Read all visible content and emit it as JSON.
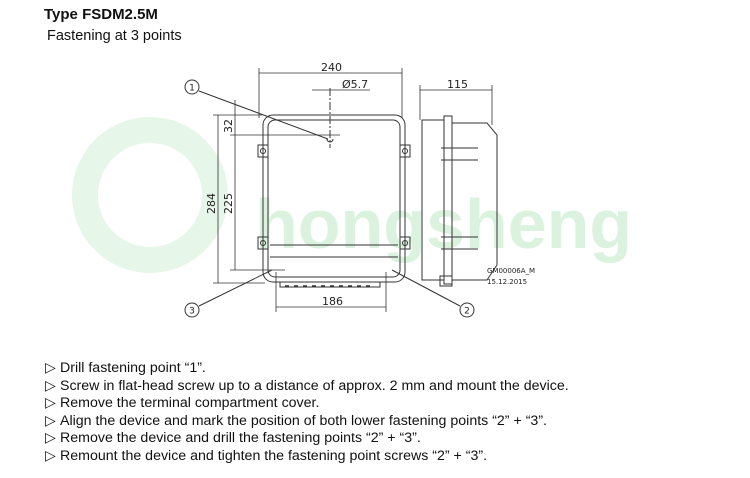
{
  "header": {
    "title": "Type FSDM2.5M",
    "subtitle": "Fastening at 3 points"
  },
  "drawing": {
    "dimensions": {
      "width": "240",
      "hole": "Ø5.7",
      "depth": "115",
      "height": "284",
      "spacing_vertical": "225",
      "top_offset": "32",
      "spacing_horizontal": "186"
    },
    "callouts": [
      "1",
      "2",
      "3"
    ],
    "drawing_id": "GM00006A_M",
    "date": "15.12.2015",
    "watermark": "hongsheng"
  },
  "instructions": {
    "bullet": "▷",
    "steps": [
      "Drill fastening point “1”.",
      "Screw in flat-head screw up to a distance of approx. 2 mm and mount the device.",
      "Remove the terminal compartment cover.",
      "Align the device and mark the position of both lower fastening points “2” + “3”.",
      "Remove the device and drill the fastening points “2” + “3”.",
      "Remount the device and tighten the fastening point screws “2” + “3”."
    ]
  }
}
